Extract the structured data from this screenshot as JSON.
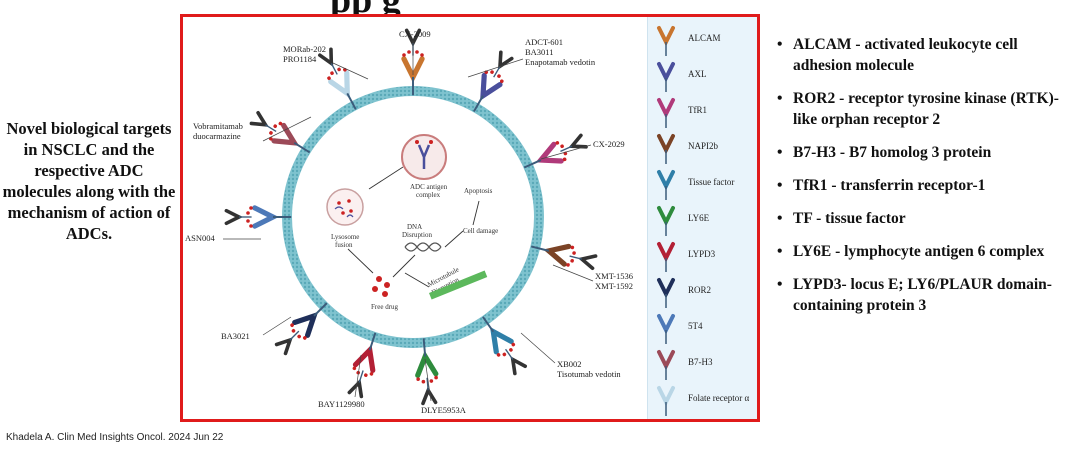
{
  "slide": {
    "title_fragment": "pp                    g",
    "left_caption": "Novel biological targets in NSCLC and the respective ADC molecules along with the mechanism of action of ADCs.",
    "citation": "Khadela A. Clin Med Insights Oncol. 2024 Jun 22"
  },
  "diagram": {
    "adc_labels": {
      "cx2009": "CX-2009",
      "morab": "MORab-202",
      "pro1184": "PRO1184",
      "adct601": "ADCT-601",
      "ba3011": "BA3011",
      "enapotamab": "Enapotamab vedotin",
      "vobra": "Vobramitamab",
      "duocarmazine": "duocarmazine",
      "cx2029": "CX-2029",
      "asn004": "ASN004",
      "xmt1536": "XMT-1536",
      "xmt1592": "XMT-1592",
      "ba3021": "BA3021",
      "xb002": "XB002",
      "tisotumab": "Tisotumab vedotin",
      "bay": "BAY1129980",
      "dlye": "DLYE5953A"
    },
    "inner_labels": {
      "adc_complex_1": "ADC antigen",
      "adc_complex_2": "complex",
      "apoptosis": "Apoptosis",
      "lysosome_1": "Lysosome",
      "lysosome_2": "fusion",
      "dna_1": "DNA",
      "dna_2": "Disruption",
      "cell_damage": "Cell damage",
      "microtubule_1": "Microtubule",
      "microtubule_2": "Disruption",
      "free_drug": "Free drug"
    }
  },
  "legend": [
    {
      "label": "ALCAM",
      "color": "#c8752f"
    },
    {
      "label": "AXL",
      "color": "#4a4f9c"
    },
    {
      "label": "TfR1",
      "color": "#b03a7a"
    },
    {
      "label": "NAPI2b",
      "color": "#7b4326"
    },
    {
      "label": "Tissue factor",
      "color": "#2f7fa8"
    },
    {
      "label": "LY6E",
      "color": "#2e8b3d"
    },
    {
      "label": "LYPD3",
      "color": "#b32035"
    },
    {
      "label": "ROR2",
      "color": "#1f2f5a"
    },
    {
      "label": "5T4",
      "color": "#4d79b8"
    },
    {
      "label": "B7-H3",
      "color": "#9c4a58"
    },
    {
      "label": "Folate receptor α",
      "color": "#b9d6e6"
    }
  ],
  "abbreviations": [
    "ALCAM - activated leukocyte cell adhesion molecule",
    "ROR2 - receptor tyrosine kinase (RTK)-like orphan receptor 2",
    "B7-H3 - B7 homolog 3 protein",
    "TfR1 - transferrin receptor-1",
    "TF - tissue factor",
    "LY6E - lymphocyte antigen 6 complex",
    "LYPD3- locus E; LY6/PLAUR domain-containing protein 3"
  ]
}
